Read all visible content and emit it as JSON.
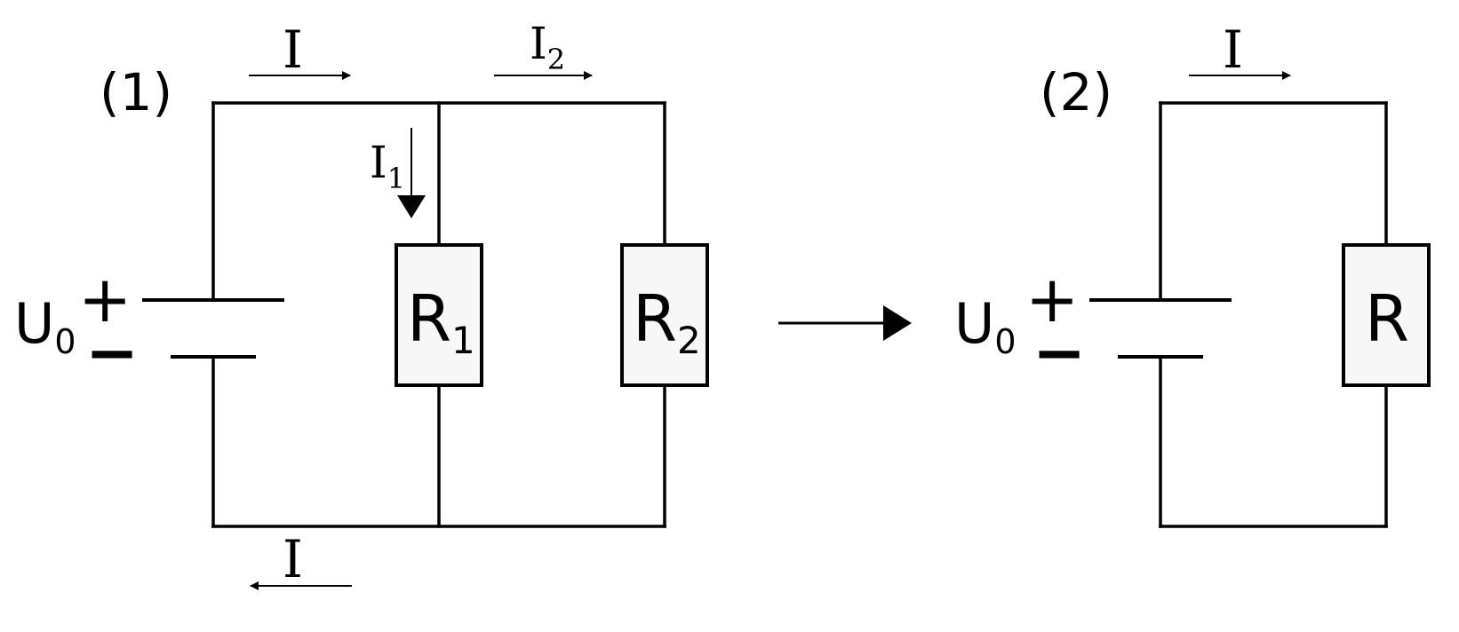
{
  "circuit1": {
    "label": "(1)",
    "source": {
      "symbol": "U",
      "subscript": "0",
      "plus": "+",
      "minus": "−"
    },
    "currents": {
      "main_top": {
        "symbol": "I",
        "subscript": ""
      },
      "branch1": {
        "symbol": "I",
        "subscript": "1"
      },
      "branch2": {
        "symbol": "I",
        "subscript": "2"
      },
      "main_bottom": {
        "symbol": "I",
        "subscript": ""
      }
    },
    "resistors": [
      {
        "symbol": "R",
        "subscript": "1"
      },
      {
        "symbol": "R",
        "subscript": "2"
      }
    ]
  },
  "transition_arrow": "right-arrow-icon",
  "circuit2": {
    "label": "(2)",
    "source": {
      "symbol": "U",
      "subscript": "0",
      "plus": "+",
      "minus": "−"
    },
    "currents": {
      "main_top": {
        "symbol": "I",
        "subscript": ""
      }
    },
    "resistors": [
      {
        "symbol": "R",
        "subscript": ""
      }
    ]
  },
  "colors": {
    "wire": "#000000",
    "resistor_fill": "#f7f7f7",
    "background": "#ffffff"
  }
}
